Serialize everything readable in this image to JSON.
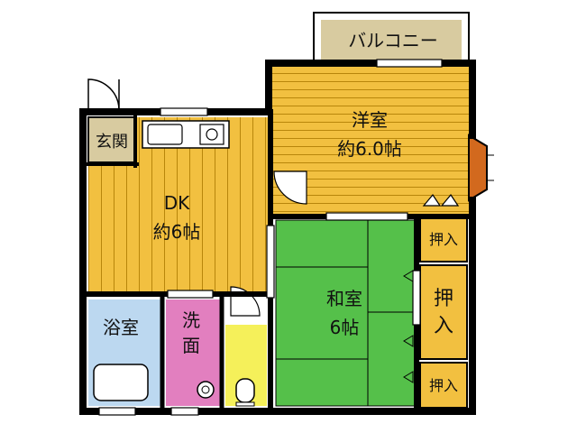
{
  "rooms": {
    "balcony": "バルコニー",
    "entrance": "玄関",
    "western_room": {
      "name": "洋室",
      "size": "約6.0帖"
    },
    "dk": {
      "name": "DK",
      "size": "約6帖"
    },
    "japanese_room": {
      "name": "和室",
      "size": "6帖"
    },
    "bath": "浴室",
    "washroom": {
      "line1": "洗",
      "line2": "面"
    }
  },
  "closets": {
    "top": "押入",
    "middle": {
      "line1": "押",
      "line2": "入"
    },
    "bottom": "押入"
  },
  "colors": {
    "wood_floor": "#F2C040",
    "wood_line": "#B8860B",
    "tatami": "#55C04A",
    "bath": "#BCD8F0",
    "washroom": "#E27FBF",
    "toilet": "#F5F05A",
    "entrance": "#D8CBA0",
    "closet": "#F2C040",
    "wall": "#000000",
    "bay": "#D2691E"
  }
}
